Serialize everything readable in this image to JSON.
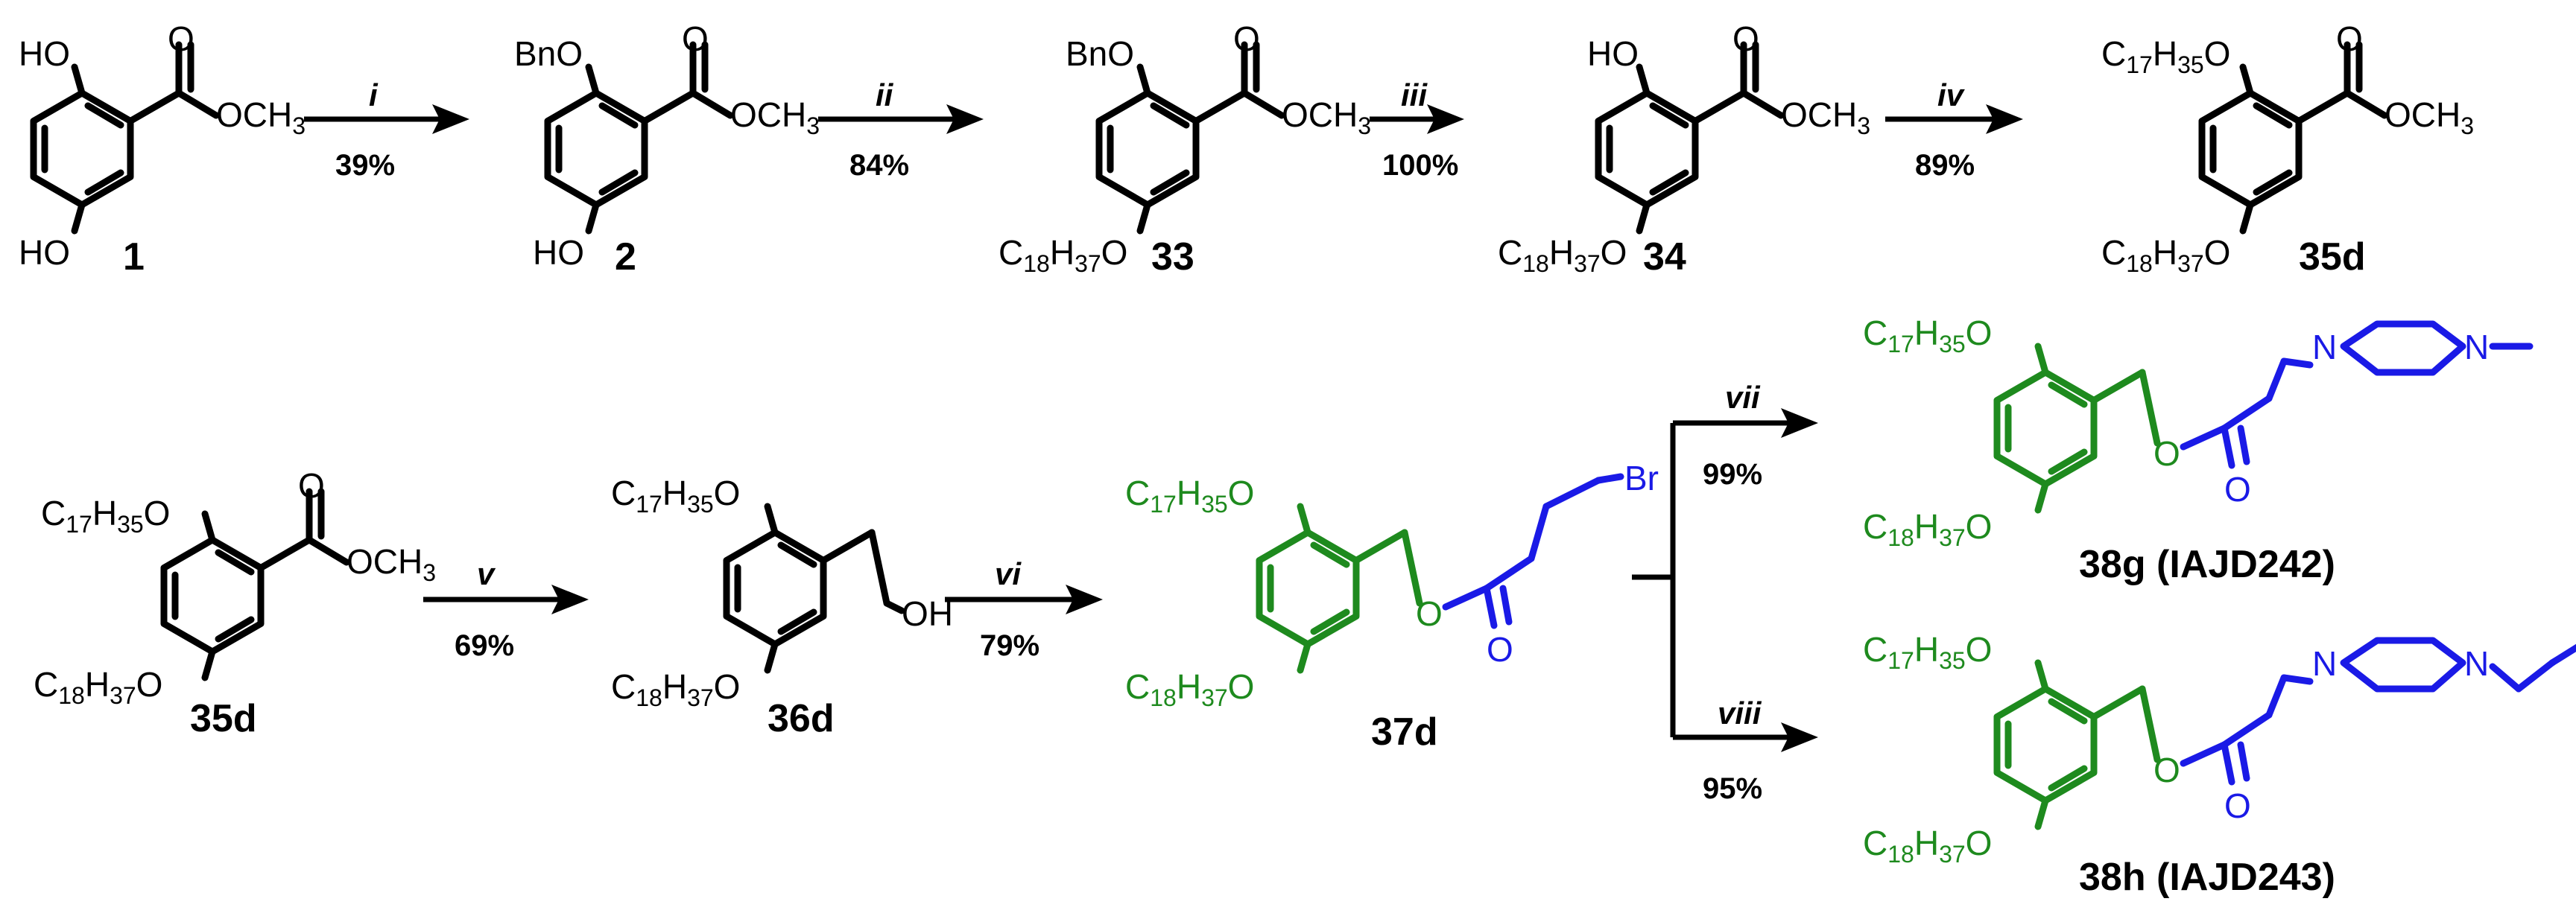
{
  "compounds": {
    "c1": "1",
    "c2": "2",
    "c33": "33",
    "c34": "34",
    "c35d_top": "35d",
    "c35d": "35d",
    "c36d": "36d",
    "c37d": "37d",
    "c38g": "38g (IAJD242)",
    "c38h": "38h (IAJD243)"
  },
  "steps": {
    "i": {
      "reagent": "i",
      "yield": "39%"
    },
    "ii": {
      "reagent": "ii",
      "yield": "84%"
    },
    "iii": {
      "reagent": "iii",
      "yield": "100%"
    },
    "iv": {
      "reagent": "iv",
      "yield": "89%"
    },
    "v": {
      "reagent": "v",
      "yield": "69%"
    },
    "vi": {
      "reagent": "vi",
      "yield": "79%"
    },
    "vii": {
      "reagent": "vii",
      "yield": "99%"
    },
    "viii": {
      "reagent": "viii",
      "yield": "95%"
    }
  },
  "atoms": {
    "HO": "HO",
    "BnO": "BnO",
    "O": "O",
    "OCH": "OCH",
    "three": "3",
    "C": "C",
    "H": "H",
    "n17": "17",
    "n35": "35",
    "n18": "18",
    "n37": "37",
    "Br": "Br",
    "N": "N",
    "OH": "OH"
  },
  "colors": {
    "lipid_tail": "#1e8a1e",
    "linker_headgroup": "#1a1ae6",
    "default": "#000000"
  }
}
